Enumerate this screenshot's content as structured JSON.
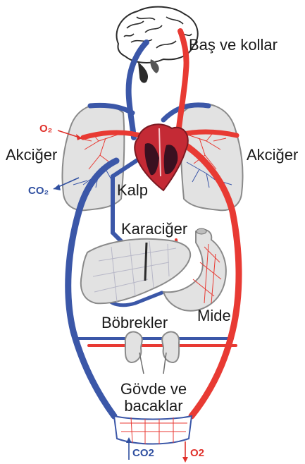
{
  "colors": {
    "oxygenated": "#e83a33",
    "deoxygenated": "#3b57a8",
    "organ_fill": "#e2e2e2",
    "organ_stroke": "#8a8a8a",
    "heart": "#c42a35"
  },
  "labels": {
    "head_arms": "Baş ve kollar",
    "lung_left": "Akciğer",
    "lung_right": "Akciğer",
    "heart": "Kalp",
    "liver": "Karaciğer",
    "stomach": "Mide",
    "kidneys": "Böbrekler",
    "body_legs_line1": "Gövde ve",
    "body_legs_line2": "bacaklar"
  },
  "gases": {
    "lung_in": "O₂",
    "lung_out": "CO₂",
    "bottom_in": "CO2",
    "bottom_out": "O2"
  },
  "icons": [
    "brain-icon",
    "lung-icon",
    "heart-icon",
    "liver-icon",
    "stomach-icon",
    "kidney-icon",
    "capillary-icon"
  ]
}
